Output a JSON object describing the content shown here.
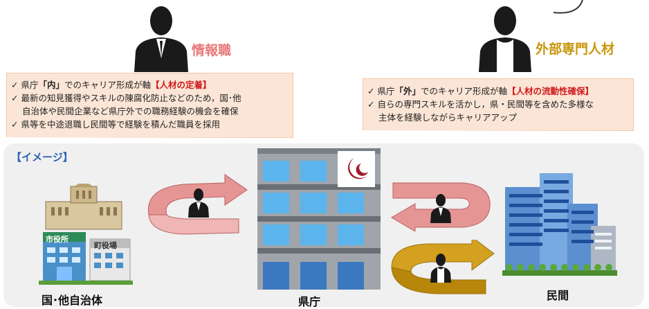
{
  "roles": {
    "info": {
      "title": "情報職"
    },
    "external": {
      "title": "外部専門人材"
    }
  },
  "info_box": {
    "l1_a": "✓ 県庁",
    "l1_b": "「内」",
    "l1_c": "でのキャリア形成が軸",
    "l1_d": "【人材の定着】",
    "l2": "✓ 最新の知見獲得やスキルの陳腐化防止などのため，国･他",
    "l3": "自治体や民間企業など県庁外での職務経験の機会を確保",
    "l4": "✓ 県等を中途退職し民間等で経験を積んだ職員を採用"
  },
  "external_box": {
    "l1_a": "✓ 県庁",
    "l1_b": "「外」",
    "l1_c": "でのキャリア形成が軸",
    "l1_d": "【人材の流動性確保】",
    "l2": "✓ 自らの専門スキルを活かし，県・民間等を含めた多様な",
    "l3": "主体を経験しながらキャリアアップ"
  },
  "image_panel": {
    "label": "【イメージ】",
    "left_caption": "国･他自治体",
    "center_caption": "県庁",
    "right_caption": "民間",
    "city_hall_sign": "市役所",
    "town_hall_sign": "町役場"
  },
  "colors": {
    "info_accent": "#e8797a",
    "external_accent": "#c8960a",
    "box_fill": "#fbe5d6",
    "image_label": "#2f63b8",
    "emphasis_red": "#d11a1a"
  }
}
